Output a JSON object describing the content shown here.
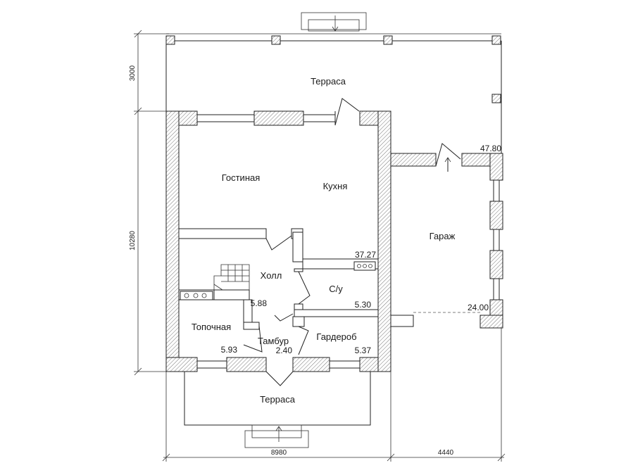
{
  "rooms": {
    "terrace_top": "Терраса",
    "living": "Гостиная",
    "kitchen": "Кухня",
    "garage": "Гараж",
    "hall": "Холл",
    "wc": "С/у",
    "boiler": "Топочная",
    "vestibule": "Тамбур",
    "wardrobe": "Гардероб",
    "terrace_bottom": "Терраса"
  },
  "areas": {
    "garage_upper": "47.80",
    "garage_lower": "24.00",
    "living_kitchen": "37.27",
    "hall": "5.88",
    "wc": "5.30",
    "boiler": "5.93",
    "vestibule": "2.40",
    "wardrobe": "5.37"
  },
  "dimensions": {
    "terrace_depth": "3000",
    "house_depth": "10280",
    "house_width": "8980",
    "garage_width": "4440"
  }
}
